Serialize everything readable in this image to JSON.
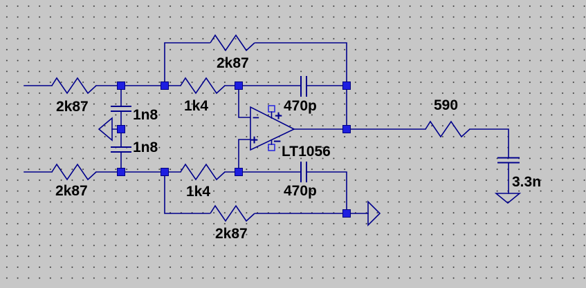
{
  "colors": {
    "canvas_bg": "#c7c7c7",
    "grid_dot": "#3c3c3c",
    "wire": "#00008b",
    "junction": "#1e1ee0",
    "label_text": "#000000"
  },
  "components": {
    "r_in_top": {
      "value": "2k87"
    },
    "r_gain_top": {
      "value": "1k4"
    },
    "r_fb_top": {
      "value": "2k87"
    },
    "c_fb_top": {
      "value": "470p"
    },
    "c_in_top": {
      "value": "1n8"
    },
    "c_in_bottom": {
      "value": "1n8"
    },
    "r_in_bottom": {
      "value": "2k87"
    },
    "r_gain_bottom": {
      "value": "1k4"
    },
    "r_fb_bottom": {
      "value": "2k87"
    },
    "c_fb_bottom": {
      "value": "470p"
    },
    "r_out": {
      "value": "590"
    },
    "c_out": {
      "value": "3.3n"
    },
    "opamp": {
      "part": "LT1056",
      "inverting_mark": "−",
      "noninverting_mark": "+",
      "supply_plus_mark": "+",
      "supply_minus_mark": "−"
    }
  }
}
